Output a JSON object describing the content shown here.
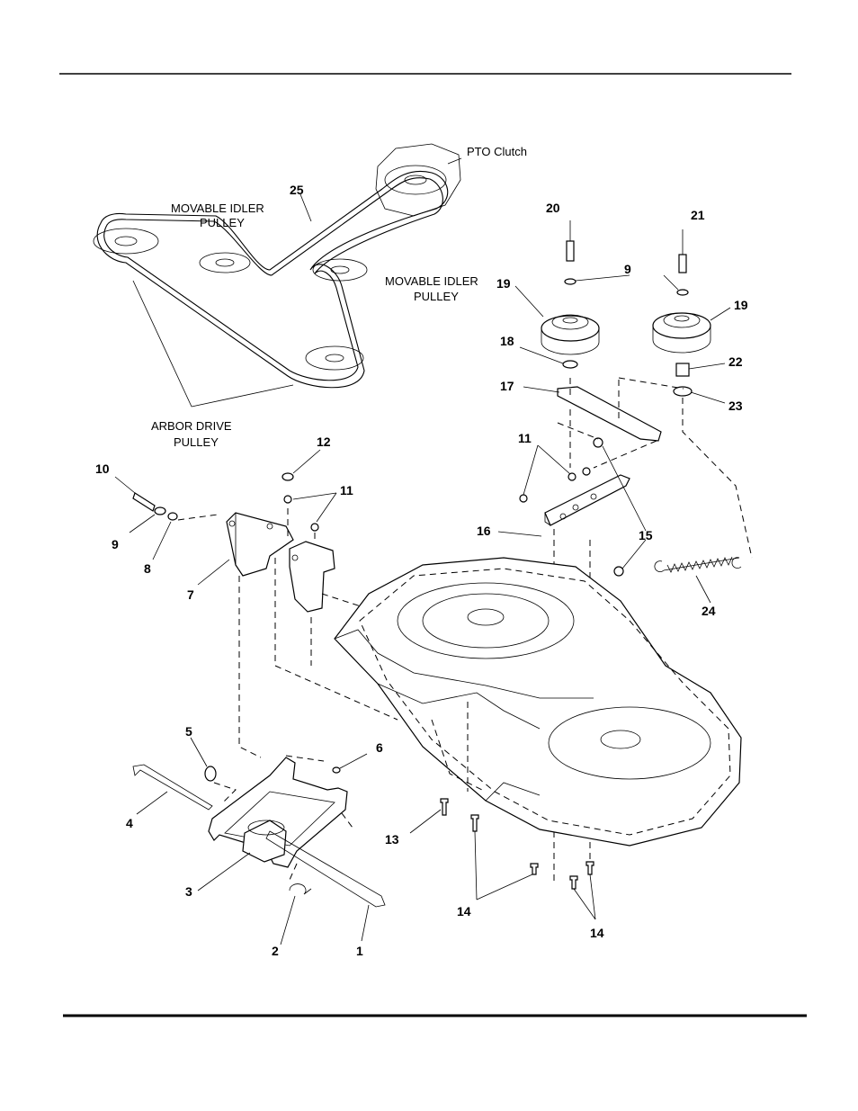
{
  "callouts": {
    "pto_clutch": "PTO Clutch",
    "movable_idler_1_a": "MOVABLE IDLER",
    "movable_idler_1_b": "PULLEY",
    "movable_idler_2_a": "MOVABLE IDLER",
    "movable_idler_2_b": "PULLEY",
    "arbor_a": "ARBOR DRIVE",
    "arbor_b": "PULLEY"
  },
  "parts": {
    "p1": "1",
    "p2": "2",
    "p3": "3",
    "p4": "4",
    "p5": "5",
    "p6": "6",
    "p7": "7",
    "p8": "8",
    "p9a": "9",
    "p9b": "9",
    "p10": "10",
    "p11a": "11",
    "p11b": "11",
    "p12": "12",
    "p13": "13",
    "p14a": "14",
    "p14b": "14",
    "p15": "15",
    "p16": "16",
    "p17": "17",
    "p18": "18",
    "p19a": "19",
    "p19b": "19",
    "p20": "20",
    "p21": "21",
    "p22": "22",
    "p23": "23",
    "p24": "24",
    "p25": "25"
  }
}
